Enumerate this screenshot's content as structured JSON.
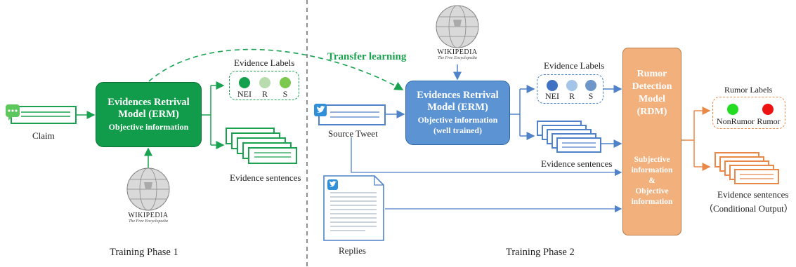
{
  "phase1": {
    "claim_label": "Claim",
    "erm": {
      "title_line1": "Evidences Retrival",
      "title_line2": "Model (ERM)",
      "subtitle": "Objective information"
    },
    "evidence_labels_title": "Evidence Labels",
    "labels": [
      "NEI",
      "R",
      "S"
    ],
    "evidence_sentences": "Evidence sentences",
    "wikipedia": {
      "name": "WIKIPEDIA",
      "tagline": "The Free Encyclopedia"
    },
    "phase_title": "Training Phase 1"
  },
  "transfer_label": "Transfer learning",
  "phase2": {
    "source_tweet": "Source Tweet",
    "replies": "Replies",
    "wikipedia": {
      "name": "WIKIPEDIA",
      "tagline": "The Free Encyclopedia"
    },
    "erm": {
      "title_line1": "Evidences Retrival",
      "title_line2": "Model (ERM)",
      "subtitle_line1": "Objective information",
      "subtitle_line2": "(well trained)"
    },
    "evidence_labels_title": "Evidence Labels",
    "labels": [
      "NEI",
      "R",
      "S"
    ],
    "evidence_sentences": "Evidence sentences",
    "rdm": {
      "title_lines": [
        "Rumor",
        "Detection",
        "Model",
        "(RDM)"
      ],
      "info_lines": [
        "Subjective",
        "information",
        "&",
        "Objective",
        "information"
      ]
    },
    "rumor_labels_title": "Rumor Labels",
    "rumor_labels": [
      "NonRumor",
      "Rumor"
    ],
    "output_line1": "Evidence sentences",
    "output_line2": "（Conditional Output）",
    "phase_title": "Training Phase 2"
  },
  "colors": {
    "green": "#109c4a",
    "blue": "#5b93d3",
    "orange": "#f2b07d",
    "nei1": "#14a14e",
    "r1": "#b9dcae",
    "s1": "#7cc94e",
    "nei2": "#4072c4",
    "r2": "#a4c4e8",
    "s2": "#6f96c9",
    "nonrumor": "#22dd22",
    "rumor": "#ee1111"
  },
  "icons": [
    "chat-icon",
    "twitter-icon",
    "wikipedia-globe-icon",
    "document-stack-icon"
  ]
}
